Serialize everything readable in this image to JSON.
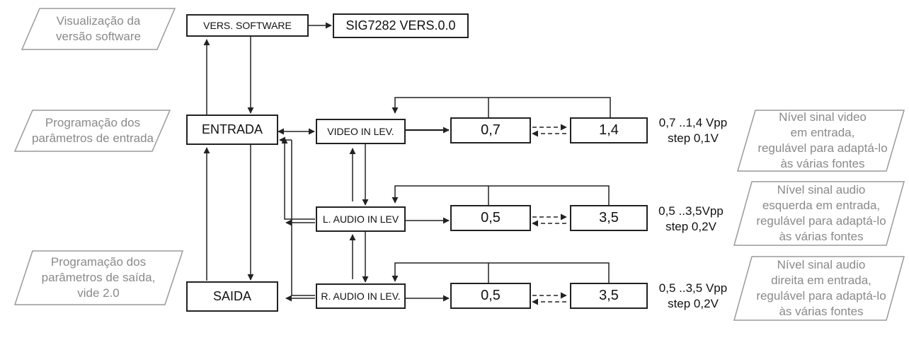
{
  "notes": {
    "software": [
      "Visualização da",
      "versão software"
    ],
    "entrada": [
      "Programação dos",
      "parâmetros de entrada"
    ],
    "saida": [
      "Programação dos",
      "parâmetros de saída,",
      "vide 2.0"
    ],
    "video": [
      "Nível sinal video",
      "em entrada,",
      "regulável para adaptá-lo",
      "às várias fontes"
    ],
    "laudio": [
      "Nível sinal audio",
      "esquerda em entrada,",
      "regulável para adaptá-lo",
      "às várias fontes"
    ],
    "raudio": [
      "Nível sinal audio",
      "direita em entrada,",
      "regulável para adaptá-lo",
      "às várias fontes"
    ]
  },
  "boxes": {
    "vers_software": "VERS. SOFTWARE",
    "sig_version": "SIG7282 VERS.0.0",
    "entrada": "ENTRADA",
    "saida": "SAIDA",
    "video_in": "VIDEO IN LEV.",
    "l_audio_in": "L. AUDIO IN LEV",
    "r_audio_in": "R. AUDIO IN LEV."
  },
  "values": {
    "video_min": "0,7",
    "video_max": "1,4",
    "laudio_min": "0,5",
    "laudio_max": "3,5",
    "raudio_min": "0,5",
    "raudio_max": "3,5"
  },
  "ranges": {
    "video": [
      "0,7 ..1,4 Vpp",
      "step 0,1V"
    ],
    "laudio": [
      "0,5 ..3,5Vpp",
      "step 0,2V"
    ],
    "raudio": [
      "0,5 ..3,5 Vpp",
      "step 0,2V"
    ]
  }
}
